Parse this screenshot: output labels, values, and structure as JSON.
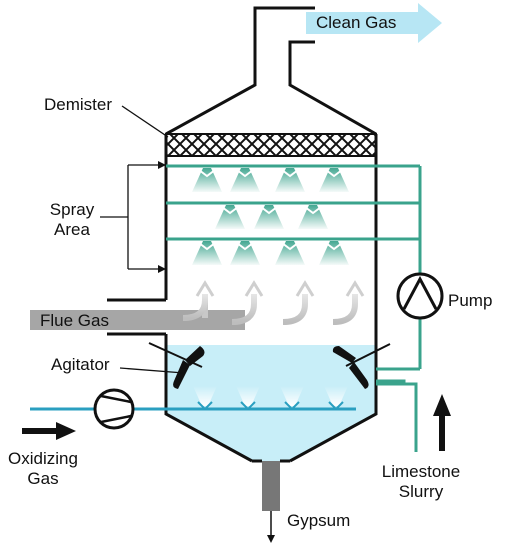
{
  "labels": {
    "clean_gas": "Clean Gas",
    "demister": "Demister",
    "spray_area_line1": "Spray",
    "spray_area_line2": "Area",
    "pump": "Pump",
    "flue_gas": "Flue Gas",
    "agitator": "Agitator",
    "oxidizing_gas_line1": "Oxidizing",
    "oxidizing_gas_line2": "Gas",
    "limestone_slurry_line1": "Limestone",
    "limestone_slurry_line2": "Slurry",
    "gypsum": "Gypsum"
  },
  "colors": {
    "outline": "#111111",
    "slurry_pipe": "#3aa38c",
    "spray": "#3aa38c",
    "liquid": "#c8eef8",
    "oxidizing_pipe": "#2a9fc0",
    "clean_gas_arrow": "#b7e6f4",
    "flue_gas_pipe": "#a6a6a6",
    "gas_arrows": "#d0d0d0",
    "gypsum_outlet": "#777777"
  }
}
